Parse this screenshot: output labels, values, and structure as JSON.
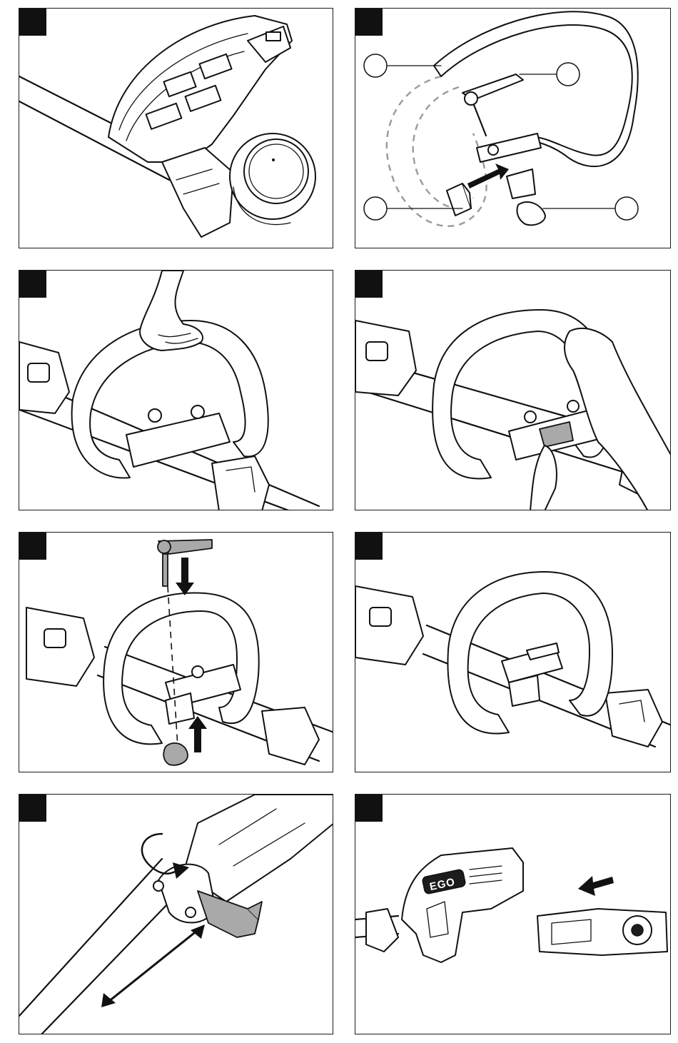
{
  "page": {
    "background": "#ffffff",
    "ink_color": "#111111",
    "accent_grey": "#a9a9a9"
  },
  "panels": [
    {
      "id": "string-head-guard",
      "step_marker": "black-square",
      "callouts": []
    },
    {
      "id": "handle-parts-exploded",
      "step_marker": "black-square",
      "callouts": [
        "callout-1",
        "callout-2",
        "callout-3",
        "callout-4"
      ]
    },
    {
      "id": "place-handle-on-shaft",
      "step_marker": "black-square",
      "callouts": []
    },
    {
      "id": "insert-bracket-under-shaft",
      "step_marker": "black-square",
      "callouts": []
    },
    {
      "id": "insert-bolt-and-knob",
      "step_marker": "black-square",
      "callouts": []
    },
    {
      "id": "handle-assembled",
      "step_marker": "black-square",
      "callouts": []
    },
    {
      "id": "adjust-shoulder-strap-clip",
      "step_marker": "black-square",
      "callouts": []
    },
    {
      "id": "attach-battery",
      "step_marker": "black-square",
      "callouts": []
    }
  ],
  "battery_logo": {
    "text": "EGO"
  }
}
